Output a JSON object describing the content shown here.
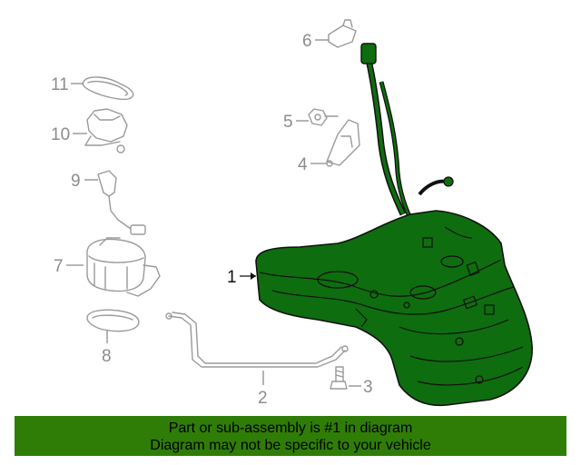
{
  "diagram": {
    "callouts": [
      "1",
      "2",
      "3",
      "4",
      "5",
      "6",
      "7",
      "8",
      "9",
      "10",
      "11"
    ],
    "highlighted_part": "1",
    "highlight_color": "#0e6d0e",
    "outline_color": "#9a9a9a"
  },
  "banner": {
    "line1": "Part or sub-assembly is #1 in diagram",
    "line2": "Diagram may not be specific to your vehicle",
    "background": "#2f7d07"
  }
}
